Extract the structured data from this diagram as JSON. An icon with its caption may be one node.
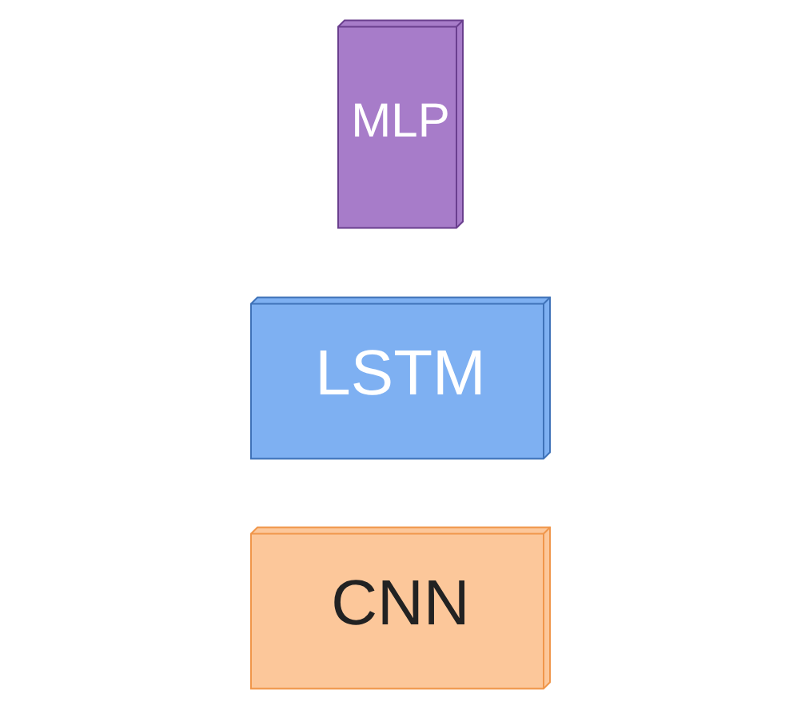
{
  "diagram": {
    "nodes": [
      {
        "text": [
          "CNN"
        ]
      },
      {
        "text": [
          "LSTM"
        ]
      },
      {
        "text": [
          "MLP"
        ]
      }
    ],
    "edges": []
  }
}
